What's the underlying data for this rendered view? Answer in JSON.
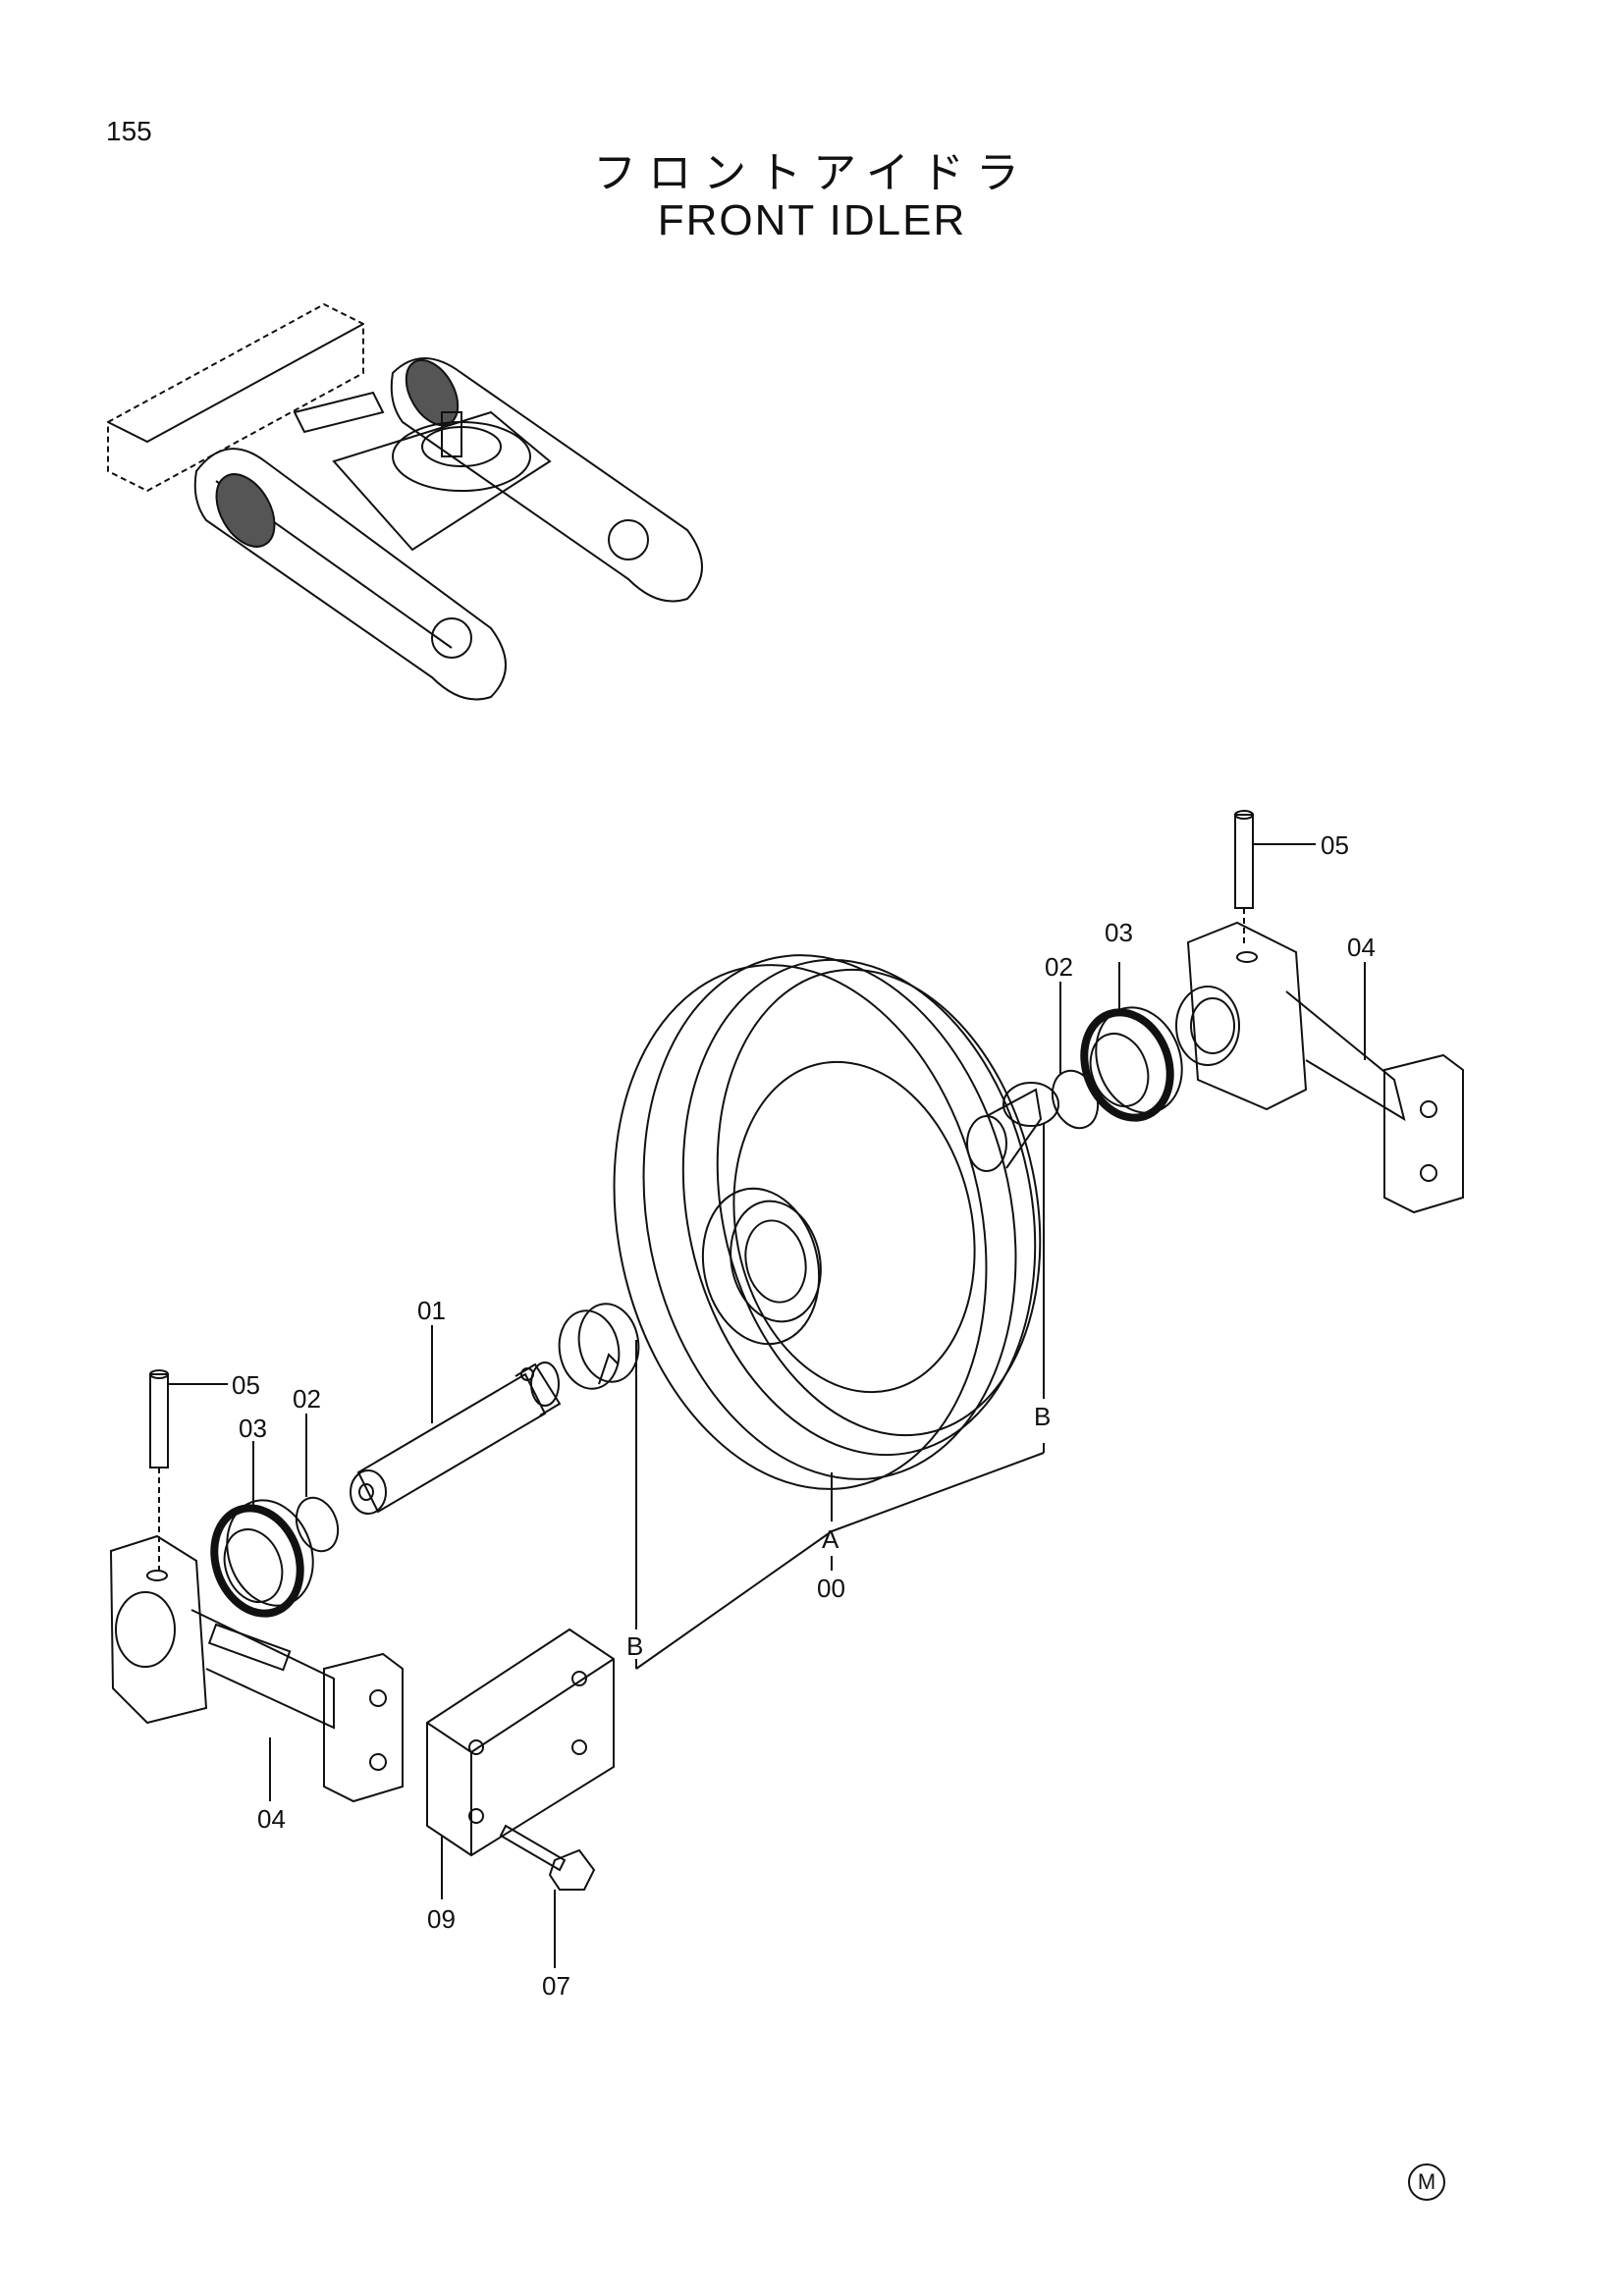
{
  "page_number": "155",
  "title_jp": "フロントアイドラ",
  "title_en": "FRONT IDLER",
  "callouts": {
    "c05_right": "05",
    "c03_right": "03",
    "c02_right": "02",
    "c04_right": "04",
    "c01": "01",
    "c05_left": "05",
    "c02_left": "02",
    "c03_left": "03",
    "cB_right": "B",
    "cA": "A",
    "c00": "00",
    "cB_left": "B",
    "c04_left": "04",
    "c09": "09",
    "c07": "07"
  },
  "mark": "M"
}
